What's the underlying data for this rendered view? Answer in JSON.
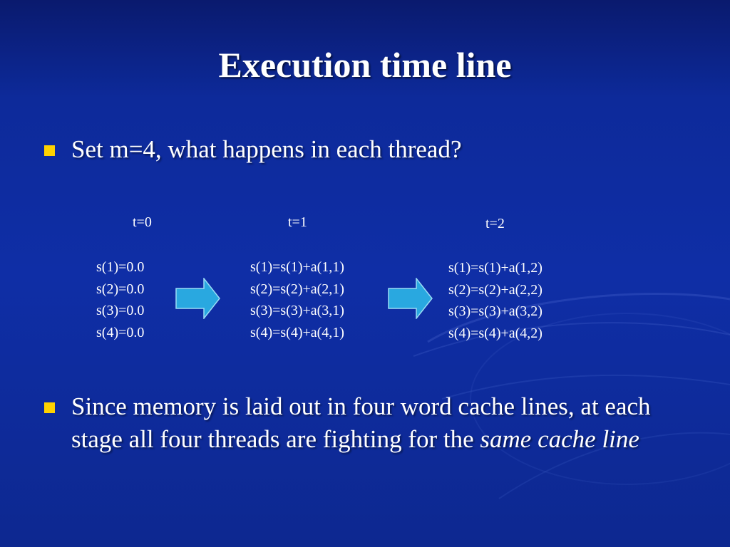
{
  "slide": {
    "title": "Execution time line",
    "bullet1": "Set m=4, what happens in each thread?",
    "bullet2_prefix": "Since memory is laid out in four word cache lines, at each stage all four threads are fighting for the ",
    "bullet2_emphasis": "same cache line"
  },
  "timeline": {
    "t0": {
      "label": "t=0",
      "lines": [
        "s(1)=0.0",
        "s(2)=0.0",
        "s(3)=0.0",
        "s(4)=0.0"
      ]
    },
    "t1": {
      "label": "t=1",
      "lines": [
        "s(1)=s(1)+a(1,1)",
        "s(2)=s(2)+a(2,1)",
        "s(3)=s(3)+a(3,1)",
        "s(4)=s(4)+a(4,1)"
      ]
    },
    "t2": {
      "label": "t=2",
      "lines": [
        "s(1)=s(1)+a(1,2)",
        "s(2)=s(2)+a(2,2)",
        "s(3)=s(3)+a(3,2)",
        "s(4)=s(4)+a(4,2)"
      ]
    }
  },
  "colors": {
    "background": "#0f2ea6",
    "bullet": "#ffd200",
    "arrow_fill": "#29a8e0",
    "arrow_stroke": "#9adcf5"
  },
  "icons": {
    "bullet": "square-bullet-icon",
    "arrow": "right-arrow-icon"
  }
}
